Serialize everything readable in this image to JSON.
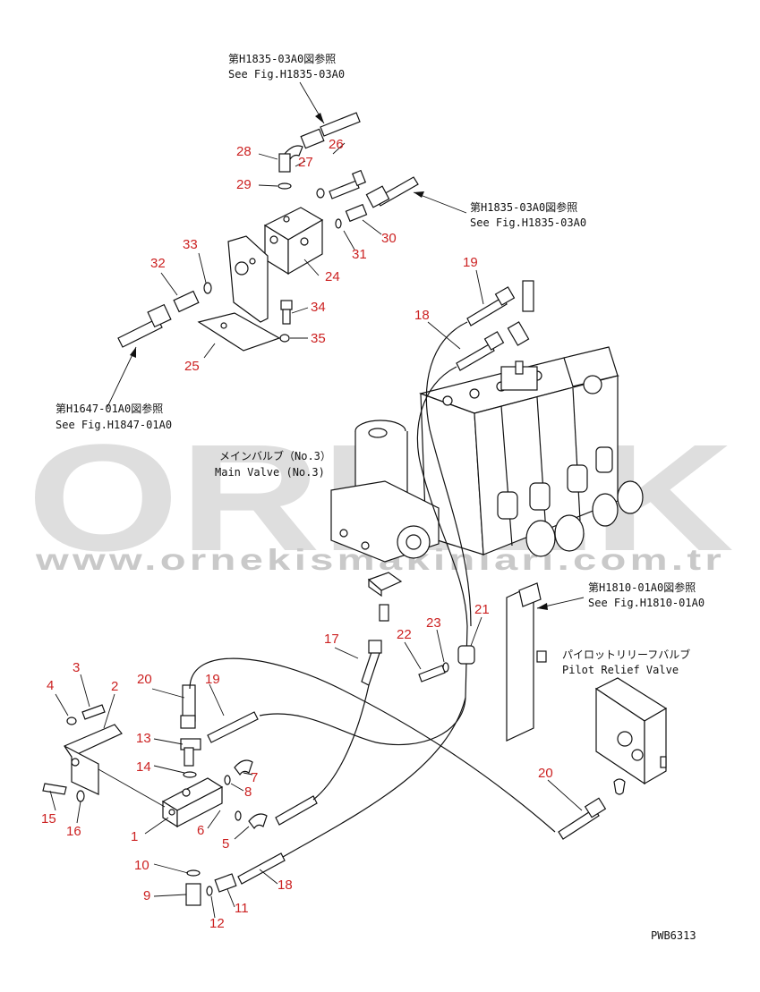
{
  "watermark": {
    "brand": "ORNEK",
    "url": "www.ornekismakinlari.com.tr"
  },
  "references": {
    "top": {
      "jp": "第H1835-03A0図参照",
      "en": "See Fig.H1835-03A0"
    },
    "right_upper": {
      "jp": "第H1835-03A0図参照",
      "en": "See Fig.H1835-03A0"
    },
    "left": {
      "jp": "第H1647-01A0図参照",
      "en": "See Fig.H1847-01A0"
    },
    "right_lower": {
      "jp": "第H1810-01A0図参照",
      "en": "See Fig.H1810-01A0"
    }
  },
  "labels": {
    "main_valve": {
      "jp": "メインバルブ（No.3）",
      "en": "Main Valve (No.3)"
    },
    "pilot_relief": {
      "jp": "パイロットリリーフバルブ",
      "en": "Pilot Relief Valve"
    }
  },
  "drawing_code": "PWB6313",
  "part_numbers": {
    "p1": "1",
    "p2": "2",
    "p3": "3",
    "p4": "4",
    "p5": "5",
    "p6": "6",
    "p7": "7",
    "p8": "8",
    "p9": "9",
    "p10": "10",
    "p11": "11",
    "p12": "12",
    "p13": "13",
    "p14": "14",
    "p15": "15",
    "p16": "16",
    "p17": "17",
    "p18a": "18",
    "p18b": "18",
    "p19a": "19",
    "p19b": "19",
    "p20a": "20",
    "p20b": "20",
    "p21": "21",
    "p22": "22",
    "p23": "23",
    "p24": "24",
    "p25": "25",
    "p26": "26",
    "p27": "27",
    "p28": "28",
    "p29": "29",
    "p30": "30",
    "p31": "31",
    "p32": "32",
    "p33": "33",
    "p34": "34",
    "p35": "35"
  }
}
